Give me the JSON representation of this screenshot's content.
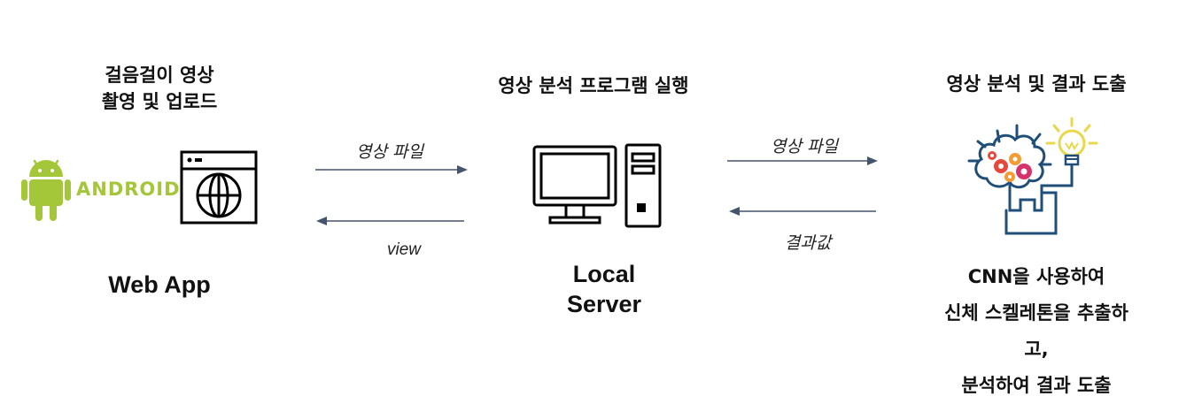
{
  "left": {
    "title_line1": "걸음걸이 영상",
    "title_line2": "촬영 및 업로드",
    "android_wordmark": "ANDROID",
    "caption": "Web App"
  },
  "middle": {
    "title": "영상 분석 프로그램 실행",
    "caption_line1": "Local",
    "caption_line2": "Server"
  },
  "right": {
    "title": "영상 분석 및 결과 도출",
    "desc_line1": "CNN을 사용하여",
    "desc_line2": "신체 스켈레톤을 추출하",
    "desc_line3": "고,",
    "desc_line4": "분석하여 결과 도출"
  },
  "arrows": {
    "to_server_label": "영상 파일",
    "to_app_label": "view",
    "to_analysis_label": "영상 파일",
    "to_server_result_label": "결과값"
  },
  "colors": {
    "android_green": "#a4c639",
    "arrow": "#44546a",
    "brain_blue": "#1f4e79",
    "bulb_yellow": "#e8d84a",
    "gear_red": "#e8473b",
    "gear_orange": "#f39c34",
    "gear_pink": "#d6336c"
  }
}
